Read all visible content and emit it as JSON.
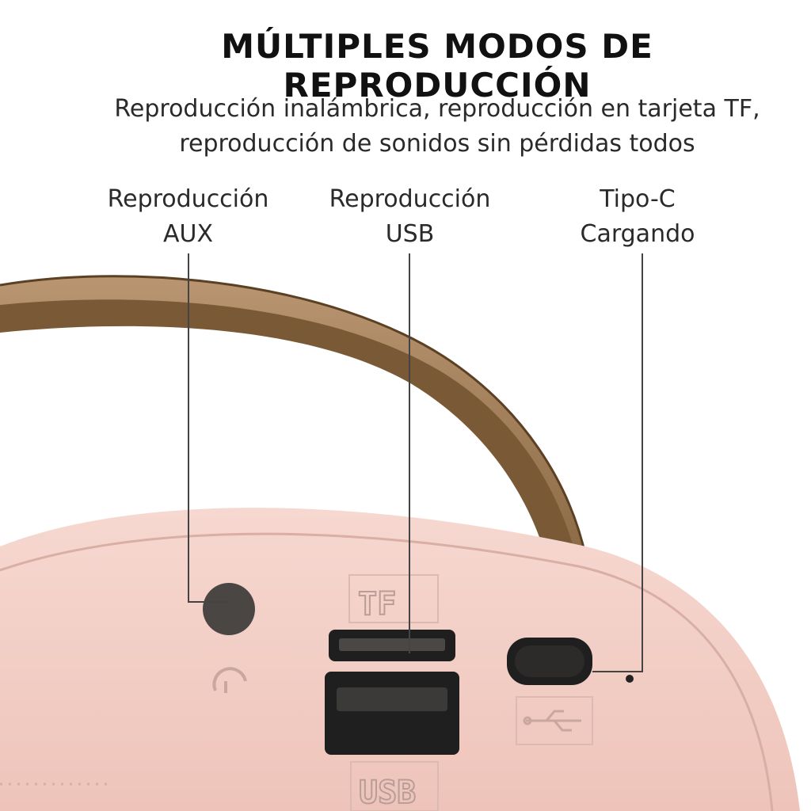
{
  "heading": "MÚLTIPLES MODOS DE REPRODUCCIÓN",
  "subheading": {
    "line1": "Reproducción inalámbrica, reproducción en tarjeta TF,",
    "line2": "reproducción de sonidos sin pérdidas todos"
  },
  "callouts": {
    "aux": {
      "line1": "Reproducción",
      "line2": "AUX"
    },
    "usb": {
      "line1": "Reproducción",
      "line2": "USB"
    },
    "typec": {
      "line1": "Tipo-C",
      "line2": "Cargando"
    }
  },
  "device_labels": {
    "tf": "TF",
    "usb": "USB"
  },
  "colors": {
    "body_pink": "#f1cbc2",
    "handle_brown": "#7a5a36",
    "handle_edge": "#b48f65",
    "port_dark": "#1f1f1f",
    "leader_line": "#444444"
  },
  "icons": {
    "headphone": "headphone-icon",
    "usb_symbol": "usb-symbol-icon"
  }
}
